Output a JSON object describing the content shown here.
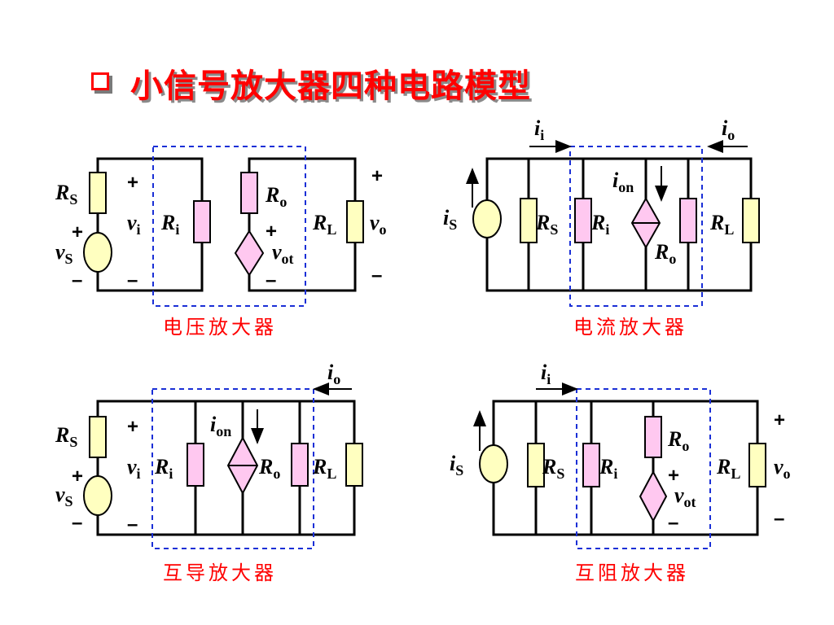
{
  "title": "小信号放大器四种电路模型",
  "bullet_icon": "hollow-square-bullet-icon",
  "colors": {
    "title": "#ff0000",
    "caption": "#ff0000",
    "dashed_box": "#1a2fd6",
    "resistor_source": "#ffffc0",
    "resistor_internal": "#ffc8f0"
  },
  "circuits": {
    "voltage": {
      "caption": "电压放大器",
      "labels": {
        "rs": "R",
        "rs_sub": "S",
        "vs": "v",
        "vs_sub": "S",
        "vi": "v",
        "vi_sub": "i",
        "ri": "R",
        "ri_sub": "i",
        "ro": "R",
        "ro_sub": "o",
        "vot": "v",
        "vot_sub": "ot",
        "rl": "R",
        "rl_sub": "L",
        "vo": "v",
        "vo_sub": "o"
      },
      "signs": {
        "plus": "+",
        "minus": "–"
      }
    },
    "current": {
      "caption": "电流放大器",
      "labels": {
        "ii": "i",
        "ii_sub": "i",
        "io": "i",
        "io_sub": "o",
        "is": "i",
        "is_sub": "S",
        "rs": "R",
        "rs_sub": "S",
        "ri": "R",
        "ri_sub": "i",
        "ion": "i",
        "ion_sub": "on",
        "ro": "R",
        "ro_sub": "o",
        "rl": "R",
        "rl_sub": "L"
      }
    },
    "transconductance": {
      "caption": "互导放大器",
      "labels": {
        "io": "i",
        "io_sub": "o",
        "rs": "R",
        "rs_sub": "S",
        "vs": "v",
        "vs_sub": "S",
        "vi": "v",
        "vi_sub": "i",
        "ri": "R",
        "ri_sub": "i",
        "ion": "i",
        "ion_sub": "on",
        "ro": "R",
        "ro_sub": "o",
        "rl": "R",
        "rl_sub": "L"
      },
      "signs": {
        "plus": "+",
        "minus": "–"
      }
    },
    "transresistance": {
      "caption": "互阻放大器",
      "labels": {
        "ii": "i",
        "ii_sub": "i",
        "is": "i",
        "is_sub": "S",
        "rs": "R",
        "rs_sub": "S",
        "ri": "R",
        "ri_sub": "i",
        "ro": "R",
        "ro_sub": "o",
        "vot": "v",
        "vot_sub": "ot",
        "rl": "R",
        "rl_sub": "L",
        "vo": "v",
        "vo_sub": "o"
      },
      "signs": {
        "plus": "+",
        "minus": "–"
      }
    }
  }
}
